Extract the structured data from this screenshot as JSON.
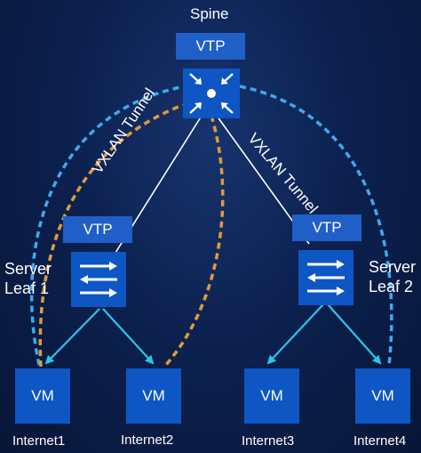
{
  "spine": {
    "title": "Spine",
    "vtp": "VTP"
  },
  "tunnels": {
    "left": "VXLAN Tunnel",
    "right": "VXLAN Tunnel"
  },
  "leaf1": {
    "vtp": "VTP",
    "label_line1": "Server",
    "label_line2": "Leaf 1"
  },
  "leaf2": {
    "vtp": "VTP",
    "label_line1": "Server",
    "label_line2": "Leaf 2"
  },
  "vms": [
    {
      "label": "VM",
      "caption": "Internet1"
    },
    {
      "label": "VM",
      "caption": "Internet2"
    },
    {
      "label": "VM",
      "caption": "Internet3"
    },
    {
      "label": "VM",
      "caption": "Internet4"
    }
  ],
  "colors": {
    "background": "#0c2150",
    "box_blue": "#0d56c4",
    "vtp_blue": "#1f5fc7",
    "dashed_light_blue": "#3fa8f0",
    "dashed_orange": "#e09a3a",
    "arrow_cyan": "#2ec3e8",
    "tunnel_line": "#ffffff"
  }
}
